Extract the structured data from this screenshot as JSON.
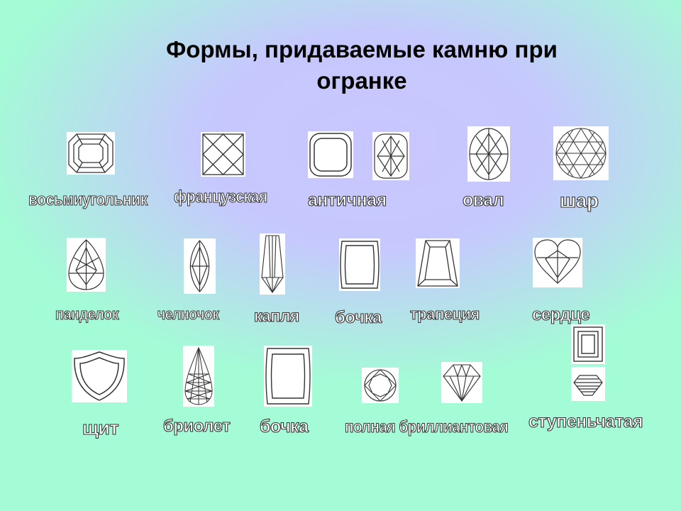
{
  "slide": {
    "title_line1": "Формы, придаваемые камню при",
    "title_line2": "огранке"
  },
  "shapes": {
    "octagon": {
      "label": "восьмиугольник",
      "icon": "octagon-cut-icon"
    },
    "french": {
      "label": "французская",
      "icon": "french-cut-icon"
    },
    "antique": {
      "label": "античная",
      "icon": "antique-cut-icon"
    },
    "oval": {
      "label": "овал",
      "icon": "oval-cut-icon"
    },
    "sphere": {
      "label": "шар",
      "icon": "sphere-cut-icon"
    },
    "pendeloque": {
      "label": "панделок",
      "icon": "pendeloque-cut-icon"
    },
    "navette": {
      "label": "челночок",
      "icon": "navette-cut-icon"
    },
    "drop": {
      "label": "капля",
      "icon": "drop-cut-icon"
    },
    "barrel1": {
      "label": "бочка",
      "icon": "barrel-cut-icon"
    },
    "trapezoid": {
      "label": "трапеция",
      "icon": "trapezoid-cut-icon"
    },
    "heart": {
      "label": "сердце",
      "icon": "heart-cut-icon"
    },
    "shield": {
      "label": "щит",
      "icon": "shield-cut-icon"
    },
    "briolette": {
      "label": "бриолет",
      "icon": "briolette-cut-icon"
    },
    "barrel2": {
      "label": "бочка",
      "icon": "barrel-cut-icon"
    },
    "brilliant": {
      "label": "полная бриллиантовая",
      "icon": "brilliant-cut-icon"
    },
    "step": {
      "label": "ступеньчатая",
      "icon": "step-cut-icon"
    }
  }
}
